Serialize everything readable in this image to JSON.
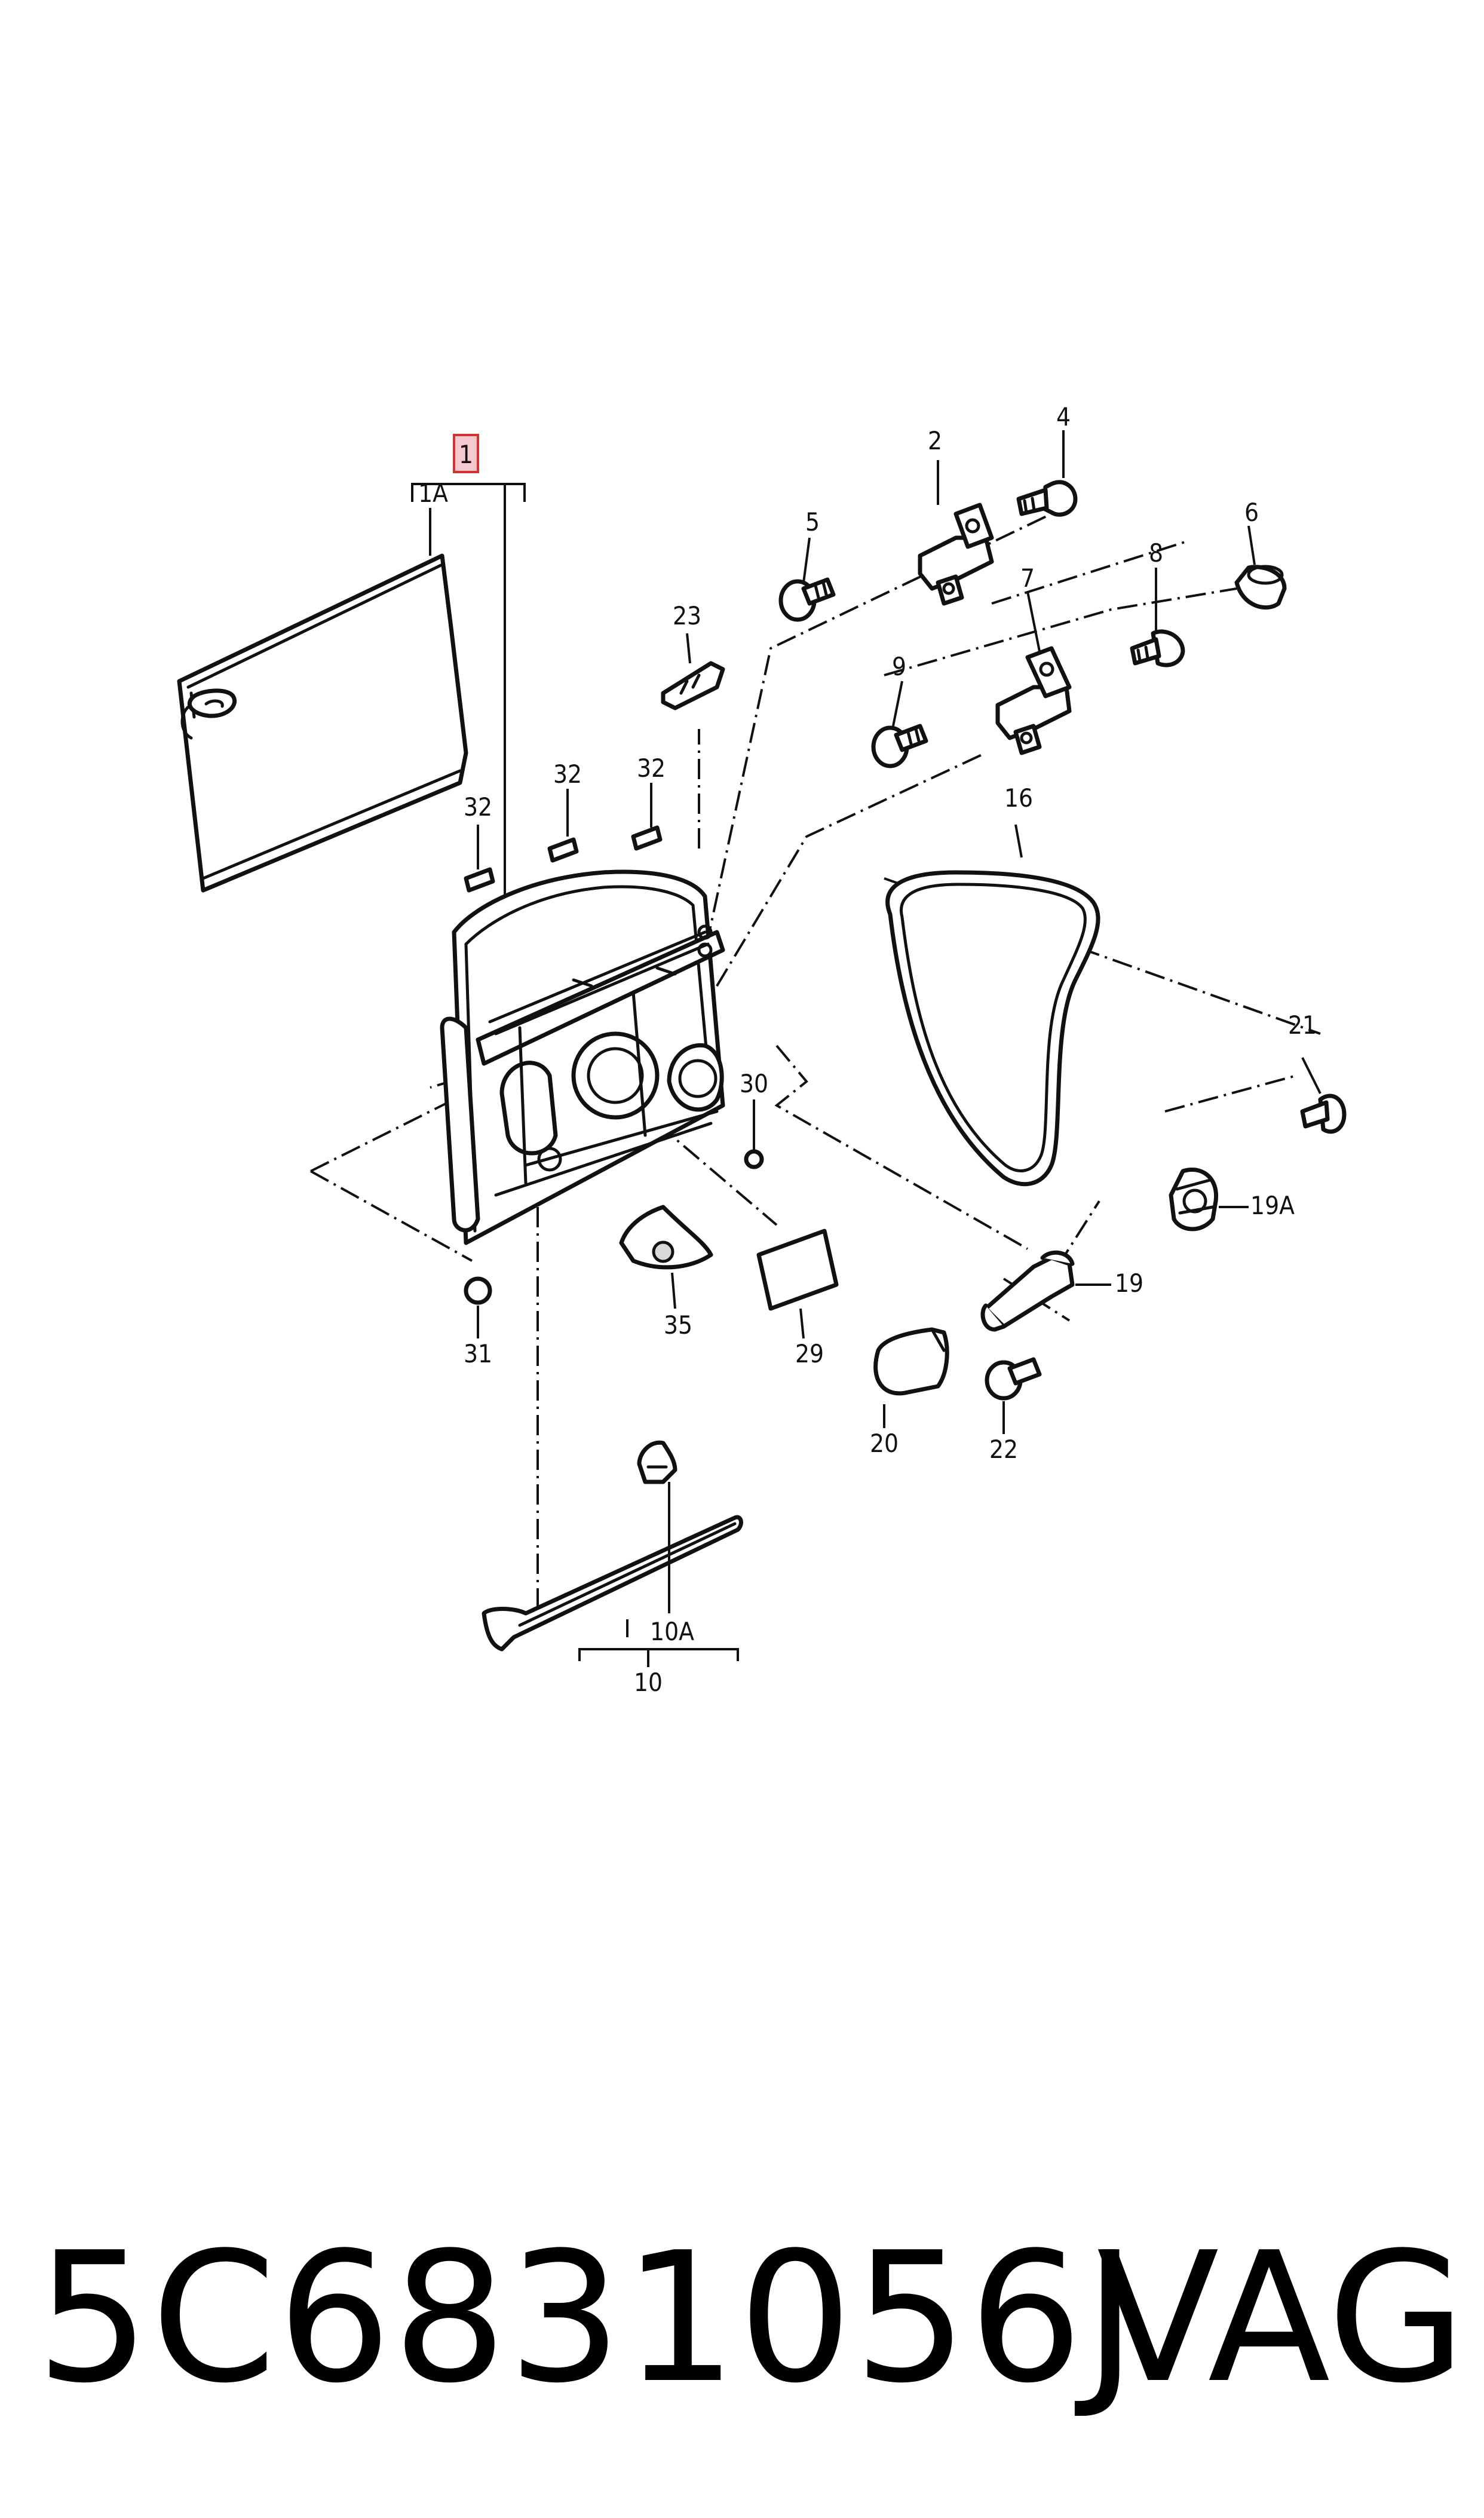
{
  "callouts": {
    "c1": "1",
    "c1A": "1A",
    "c2": "2",
    "c4": "4",
    "c5": "5",
    "c6": "6",
    "c7": "7",
    "c8": "8",
    "c9": "9",
    "c10": "10",
    "c10A": "10A",
    "c16": "16",
    "c19": "19",
    "c19A": "19A",
    "c20": "20",
    "c21": "21",
    "c22": "22",
    "c23": "23",
    "c29": "29",
    "c30": "30",
    "c31": "31",
    "c32a": "32",
    "c32b": "32",
    "c32c": "32",
    "c35": "35"
  },
  "highlight_color": "#d33333",
  "footer": {
    "part_number": "5C6831056J",
    "brand": "VAG"
  }
}
